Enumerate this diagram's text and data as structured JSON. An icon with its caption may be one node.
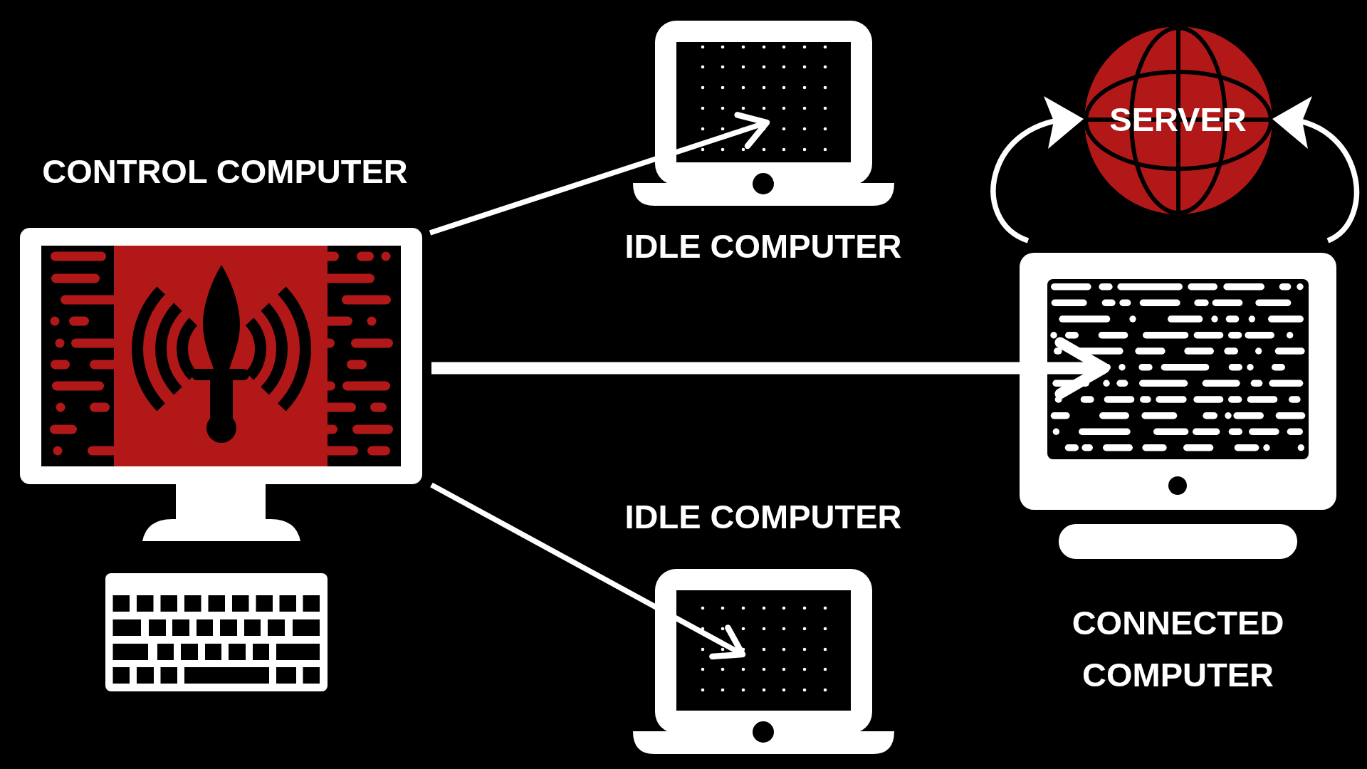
{
  "diagram": {
    "nodes": [
      {
        "text": [
          "CONTROL COMPUTER"
        ]
      },
      {
        "text": [
          "IDLE COMPUTER"
        ]
      },
      {
        "text": [
          "IDLE COMPUTER"
        ]
      },
      {
        "text": [
          "SERVER"
        ]
      },
      {
        "text": [
          "CONNECTED COMPUTER"
        ]
      }
    ],
    "edges": [
      {
        "from": 0,
        "to": 1,
        "arrow": "to"
      },
      {
        "from": 0,
        "to": 4,
        "arrow": "to",
        "style": "thick"
      },
      {
        "from": 0,
        "to": 2,
        "arrow": "to"
      },
      {
        "from": 4,
        "to": 3,
        "arrow": "to"
      },
      {
        "from": 4,
        "to": 3,
        "arrow": "to"
      }
    ]
  }
}
